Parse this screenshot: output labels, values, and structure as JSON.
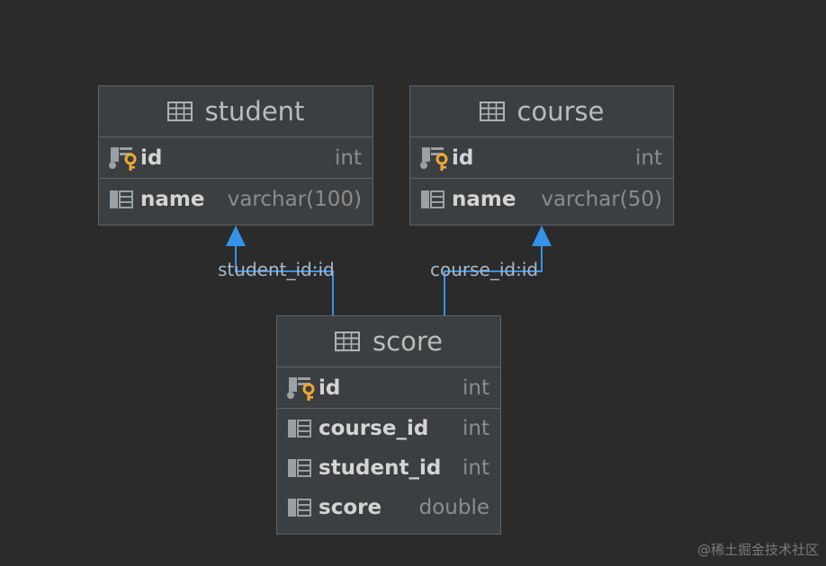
{
  "tables": {
    "student": {
      "title": "student",
      "rows": [
        {
          "name": "id",
          "type": "int",
          "primary_key": true
        },
        {
          "name": "name",
          "type": "varchar(100)",
          "primary_key": false
        }
      ]
    },
    "course": {
      "title": "course",
      "rows": [
        {
          "name": "id",
          "type": "int",
          "primary_key": true
        },
        {
          "name": "name",
          "type": "varchar(50)",
          "primary_key": false
        }
      ]
    },
    "score": {
      "title": "score",
      "rows": [
        {
          "name": "id",
          "type": "int",
          "primary_key": true
        },
        {
          "name": "course_id",
          "type": "int",
          "primary_key": false
        },
        {
          "name": "student_id",
          "type": "int",
          "primary_key": false
        },
        {
          "name": "score",
          "type": "double",
          "primary_key": false
        }
      ]
    }
  },
  "relations": [
    {
      "label": "student_id:id",
      "from": "score",
      "to": "student"
    },
    {
      "label": "course_id:id",
      "from": "score",
      "to": "course"
    }
  ],
  "watermark": "@稀土掘金技术社区",
  "colors": {
    "background": "#2b2b2b",
    "table_fill": "#3c3f41",
    "border": "#5e6366",
    "connector": "#3592e6",
    "key": "#f0a732"
  }
}
